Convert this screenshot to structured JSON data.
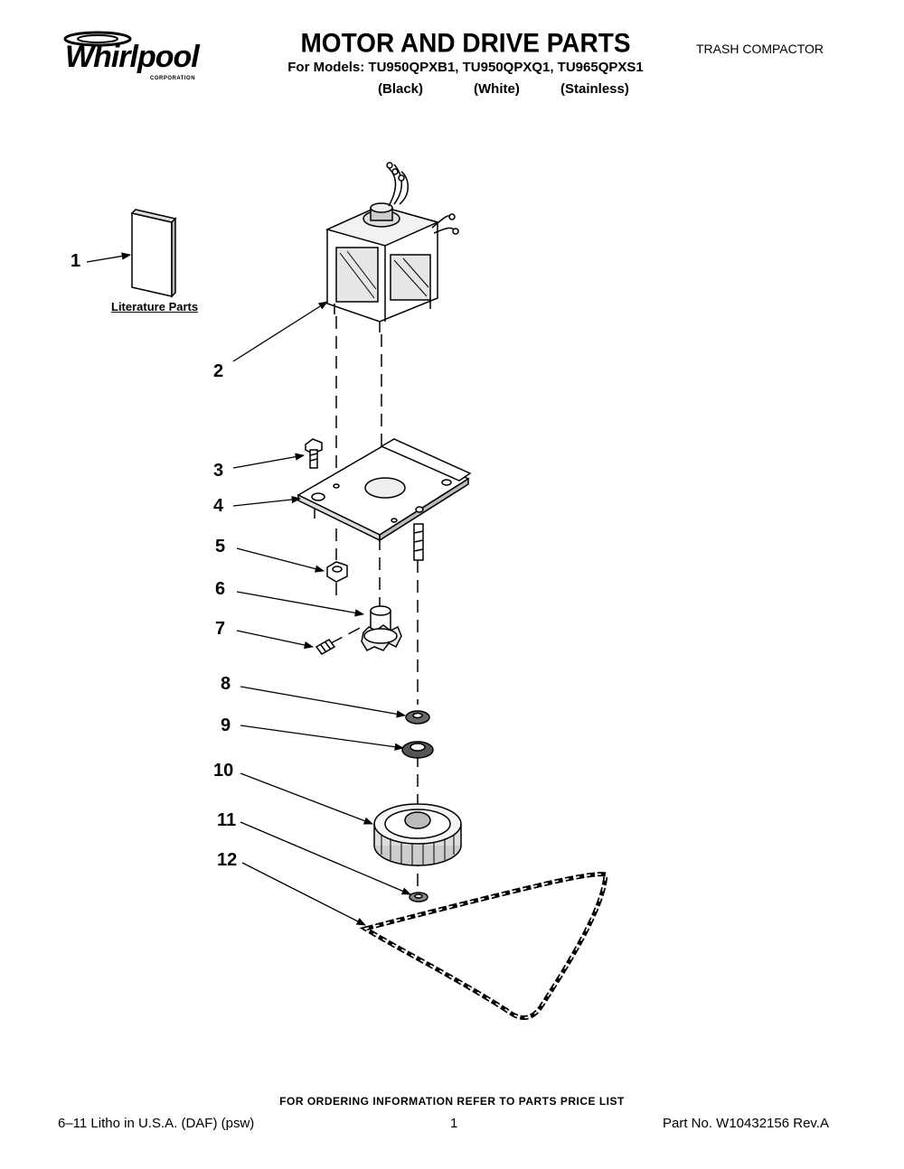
{
  "header": {
    "brand": "Whirlpool",
    "brand_sub": "CORPORATION",
    "title": "MOTOR AND DRIVE PARTS",
    "models": "For Models: TU950QPXB1, TU950QPXQ1, TU965QPXS1",
    "colors": [
      "(Black)",
      "(White)",
      "(Stainless)"
    ],
    "category": "TRASH COMPACTOR"
  },
  "diagram": {
    "literature_label": "Literature Parts",
    "callouts": [
      "1",
      "2",
      "3",
      "4",
      "5",
      "6",
      "7",
      "8",
      "9",
      "10",
      "11",
      "12"
    ]
  },
  "footer": {
    "ordering_note": "FOR ORDERING INFORMATION REFER TO PARTS PRICE LIST",
    "litho": "6–11 Litho in U.S.A. (DAF) (psw)",
    "page": "1",
    "part_no": "Part No. W10432156 Rev.A"
  }
}
